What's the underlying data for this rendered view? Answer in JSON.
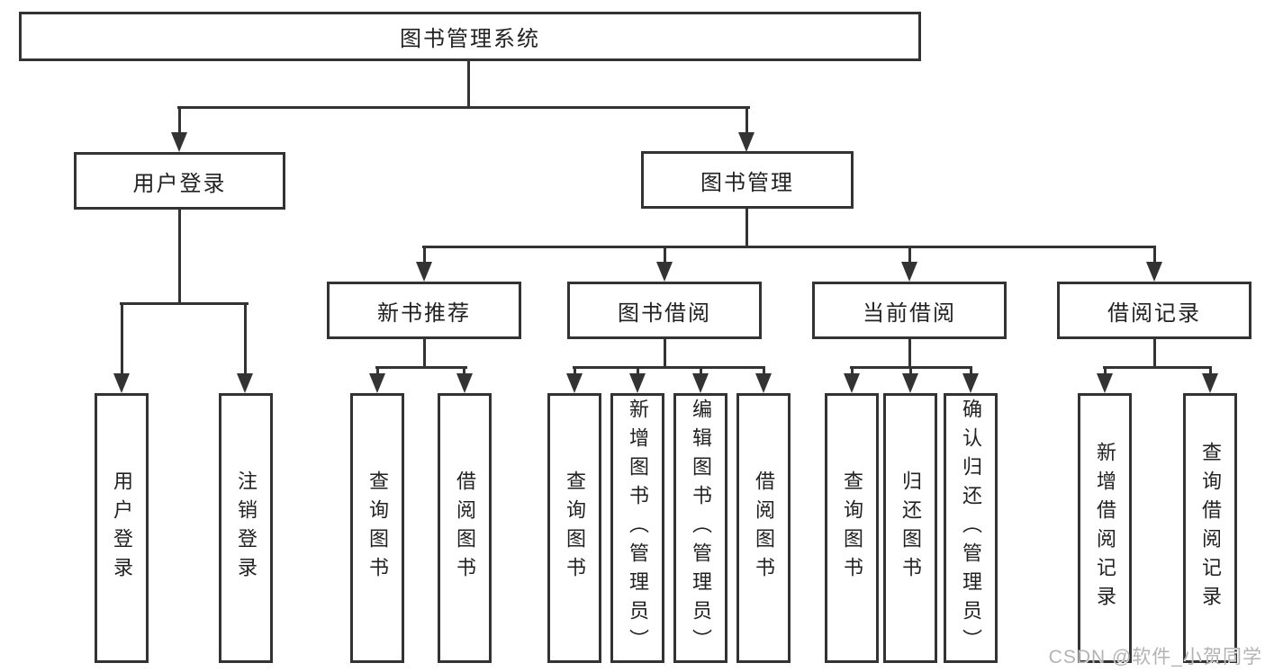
{
  "title": "图书管理系统",
  "tree": {
    "root": {
      "label": "图书管理系统"
    },
    "level2": [
      {
        "id": "user-login",
        "label": "用户登录",
        "children": [
          {
            "label": "用户登录"
          },
          {
            "label": "注销登录"
          }
        ]
      },
      {
        "id": "book-management",
        "label": "图书管理",
        "children": [
          {
            "id": "new-book-recommend",
            "label": "新书推荐",
            "children": [
              {
                "label": "查询图书"
              },
              {
                "label": "借阅图书"
              }
            ]
          },
          {
            "id": "book-borrowing",
            "label": "图书借阅",
            "children": [
              {
                "label": "查询图书"
              },
              {
                "label": "新增图书（管理员）"
              },
              {
                "label": "编辑图书（管理员）"
              },
              {
                "label": "借阅图书"
              }
            ]
          },
          {
            "id": "current-borrowing",
            "label": "当前借阅",
            "children": [
              {
                "label": "查询图书"
              },
              {
                "label": "归还图书"
              },
              {
                "label": "确认归还（管理员）"
              }
            ]
          },
          {
            "id": "borrow-records",
            "label": "借阅记录",
            "children": [
              {
                "label": "新增借阅记录"
              },
              {
                "label": "查询借阅记录"
              }
            ]
          }
        ]
      }
    ]
  },
  "watermark": "CSDN @软件_小贺同学",
  "colors": {
    "line": "#333333",
    "box_border": "#333333",
    "box_bg": "#ffffff",
    "text": "#222222",
    "watermark": "#b3b3b3"
  }
}
